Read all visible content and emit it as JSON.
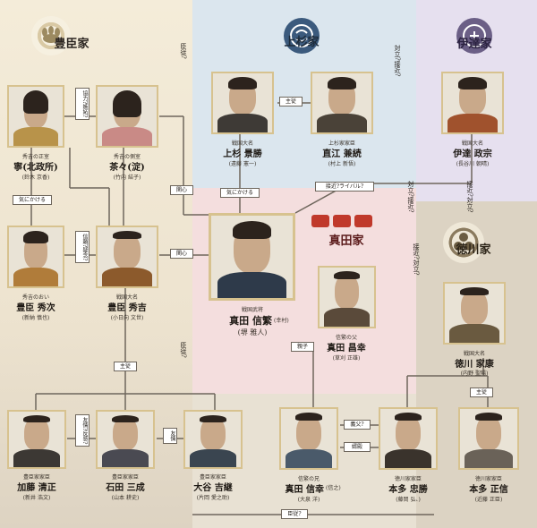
{
  "clans": {
    "toyotomi": "豊臣家",
    "uesugi": "上杉家",
    "date": "伊達家",
    "sanada": "真田家",
    "tokugawa": "徳川家"
  },
  "people": {
    "nene": {
      "role": "秀吉の正室",
      "name": "寧(北政所)",
      "actor": "(鈴木 京香)"
    },
    "chacha": {
      "role": "秀吉の側室",
      "name": "茶々(淀)",
      "actor": "(竹内 結子)"
    },
    "hidetsugu": {
      "role": "秀吉のおい",
      "name": "豊臣 秀次",
      "actor": "(新納 慎也)"
    },
    "hideyoshi": {
      "role": "戦国大名",
      "name": "豊臣 秀吉",
      "actor": "(小日向 文世)"
    },
    "kagekatsu": {
      "role": "戦国大名",
      "name": "上杉 景勝",
      "actor": "(遠藤 憲一)"
    },
    "kanetsugu": {
      "role": "上杉家家臣",
      "name": "直江 兼続",
      "actor": "(村上 新悟)"
    },
    "masamune": {
      "role": "戦国大名",
      "name": "伊達 政宗",
      "actor": "(長谷川 朝晴)"
    },
    "nobushige": {
      "role": "戦国武将",
      "name": "真田 信繁",
      "name_note": "(幸村)",
      "actor": "(堺 雅人)"
    },
    "masayuki": {
      "role": "信繁の父",
      "name": "真田 昌幸",
      "actor": "(草刈 正雄)"
    },
    "ieyasu": {
      "role": "戦国大名",
      "name": "徳川 家康",
      "actor": "(内野 聖陽)"
    },
    "kiyomasa": {
      "role": "豊臣家家臣",
      "name": "加藤 清正",
      "actor": "(新井 浩文)"
    },
    "mitsunari": {
      "role": "豊臣家家臣",
      "name": "石田 三成",
      "actor": "(山本 耕史)"
    },
    "yoshitsugu": {
      "role": "豊臣家家臣",
      "name": "大谷 吉継",
      "actor": "(片岡 愛之助)"
    },
    "nobuyuki": {
      "role": "信繁の兄",
      "name": "真田 信幸",
      "name_note": "(信之)",
      "actor": "(大泉 洋)"
    },
    "tadakatsu": {
      "role": "徳川家家臣",
      "name": "本多 忠勝",
      "actor": "(藤岡 弘、)"
    },
    "masanobu": {
      "role": "徳川家家臣",
      "name": "本多 正信",
      "actor": "(近藤 正臣)"
    }
  },
  "relations": {
    "nene_chacha": "協力?嫉妬?",
    "nene_hidetsugu": "気にかける",
    "hideyoshi_hidetsugu": "信頼?疑念?",
    "kagekatsu_kanetsugu": "主従",
    "kagekatsu_nobushige": "気にかける",
    "chacha_nobushige": "関心",
    "hideyoshi_nobushige": "関心",
    "masamune_nobushige": "接近?ライバル?",
    "toyotomi_uesugi": "臣従?",
    "uesugi_date": "対立?接近?",
    "date_tokugawa": "接近?対立?",
    "uesugi_tokugawa": "対立?接近?",
    "toyotomi_tokugawa": "臣従?",
    "hideyoshi_vassals": "主従",
    "kiyomasa_mitsunari": "友情?反感?",
    "mitsunari_yoshitsugu": "友情",
    "masayuki_nobuyuki": "親子",
    "nobuyuki_tadakatsu_1": "義父?",
    "nobuyuki_tadakatsu_2": "婿殿",
    "ieyasu_vassals": "主従",
    "bottom": "臣従?"
  }
}
